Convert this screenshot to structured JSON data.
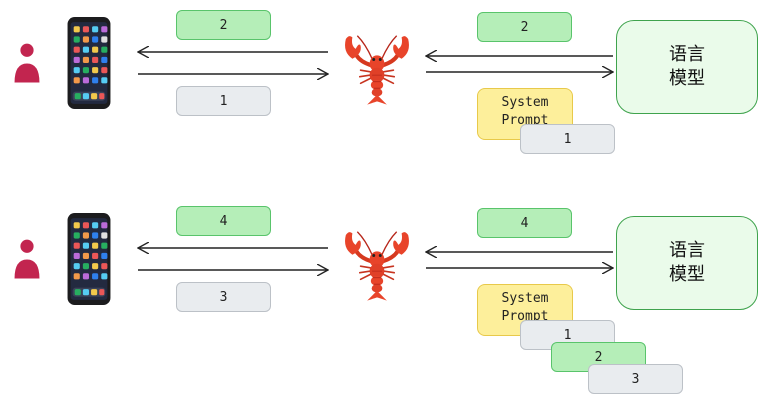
{
  "top": {
    "msg_to_user": "2",
    "msg_from_user": "1",
    "msg_from_model": "2",
    "system_prompt": "System Prompt",
    "context_items": [
      "1"
    ],
    "model_label": "语言\n模型"
  },
  "bottom": {
    "msg_to_user": "4",
    "msg_from_user": "3",
    "msg_from_model": "4",
    "system_prompt": "System Prompt",
    "context_items": [
      "1",
      "2",
      "3"
    ],
    "model_label": "语言\n模型"
  },
  "icons": {
    "user": "person-icon",
    "phone": "smartphone-icon",
    "agent": "lobster-icon"
  },
  "colors": {
    "user_message": "#e9ecef",
    "model_message": "#b5eeb8",
    "system_prompt": "#fdef9b",
    "model_border": "#3fa34d",
    "person": "#c2254f"
  }
}
